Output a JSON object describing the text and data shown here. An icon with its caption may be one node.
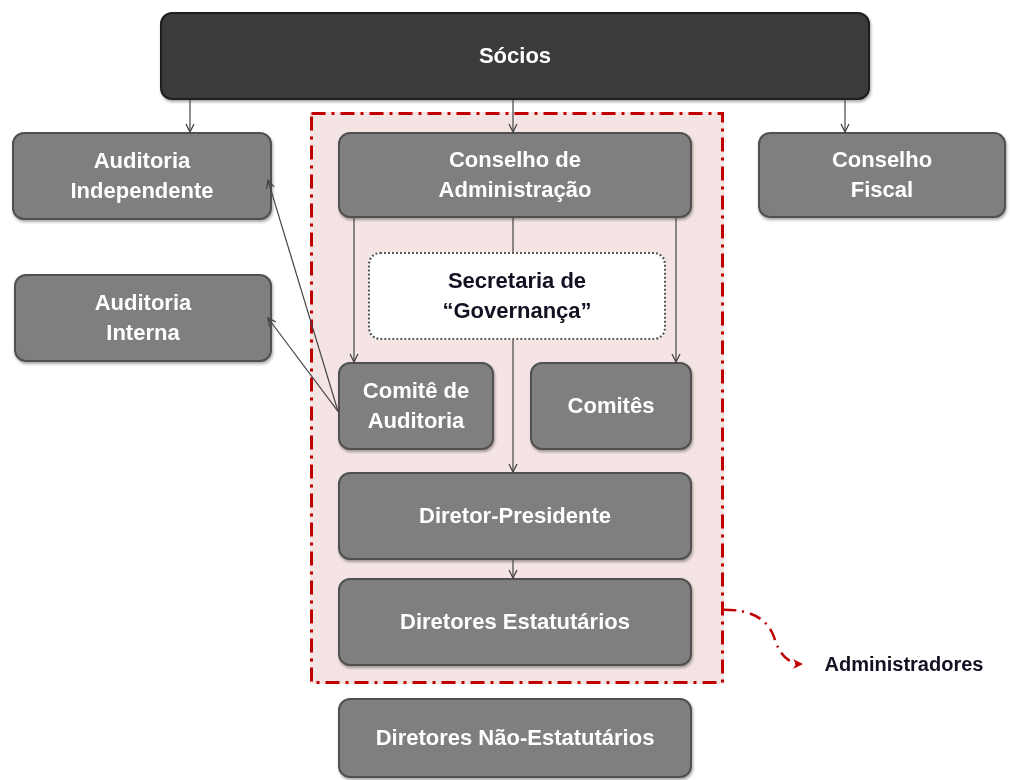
{
  "diagram": {
    "nodes": [
      {
        "text": [
          "Sócios"
        ]
      },
      {
        "text": [
          "Auditoria Independente"
        ]
      },
      {
        "text": [],
        "shape": "box"
      },
      {
        "text": [
          "Conselho de Administração"
        ],
        "in": 2
      },
      {
        "text": [
          "Conselho Fiscal"
        ]
      },
      {
        "text": [
          "Auditoria Interna"
        ]
      },
      {
        "text": [
          "Secretaria de “Governança”"
        ],
        "in": 2
      },
      {
        "text": [
          "Comitê de Auditoria"
        ],
        "in": 2
      },
      {
        "text": [
          "Comitês"
        ],
        "in": 2
      },
      {
        "text": [
          "Diretor-Presidente"
        ],
        "in": 2
      },
      {
        "text": [
          "Diretores Estatutários"
        ],
        "in": 2
      },
      {
        "text": [
          "Administradores"
        ]
      },
      {
        "text": [
          "Diretores Não-Estatutários"
        ]
      }
    ],
    "edges": [
      {
        "from": 0,
        "to": 1,
        "arrow": "to"
      },
      {
        "from": 0,
        "to": 3,
        "arrow": "to"
      },
      {
        "from": 0,
        "to": 4,
        "arrow": "to"
      },
      {
        "from": 3,
        "to": 7,
        "arrow": "to"
      },
      {
        "from": 3,
        "to": 8,
        "arrow": "to"
      },
      {
        "from": 3,
        "to": 6,
        "arrow": "none"
      },
      {
        "from": 6,
        "to": 9,
        "arrow": "to"
      },
      {
        "from": 9,
        "to": 10,
        "arrow": "to"
      },
      {
        "from": 7,
        "to": 1,
        "arrow": "to"
      },
      {
        "from": 7,
        "to": 5,
        "arrow": "to"
      },
      {
        "from": 2,
        "to": 11,
        "arrow": "to",
        "style": "dashed",
        "color": "#c00000"
      }
    ]
  }
}
